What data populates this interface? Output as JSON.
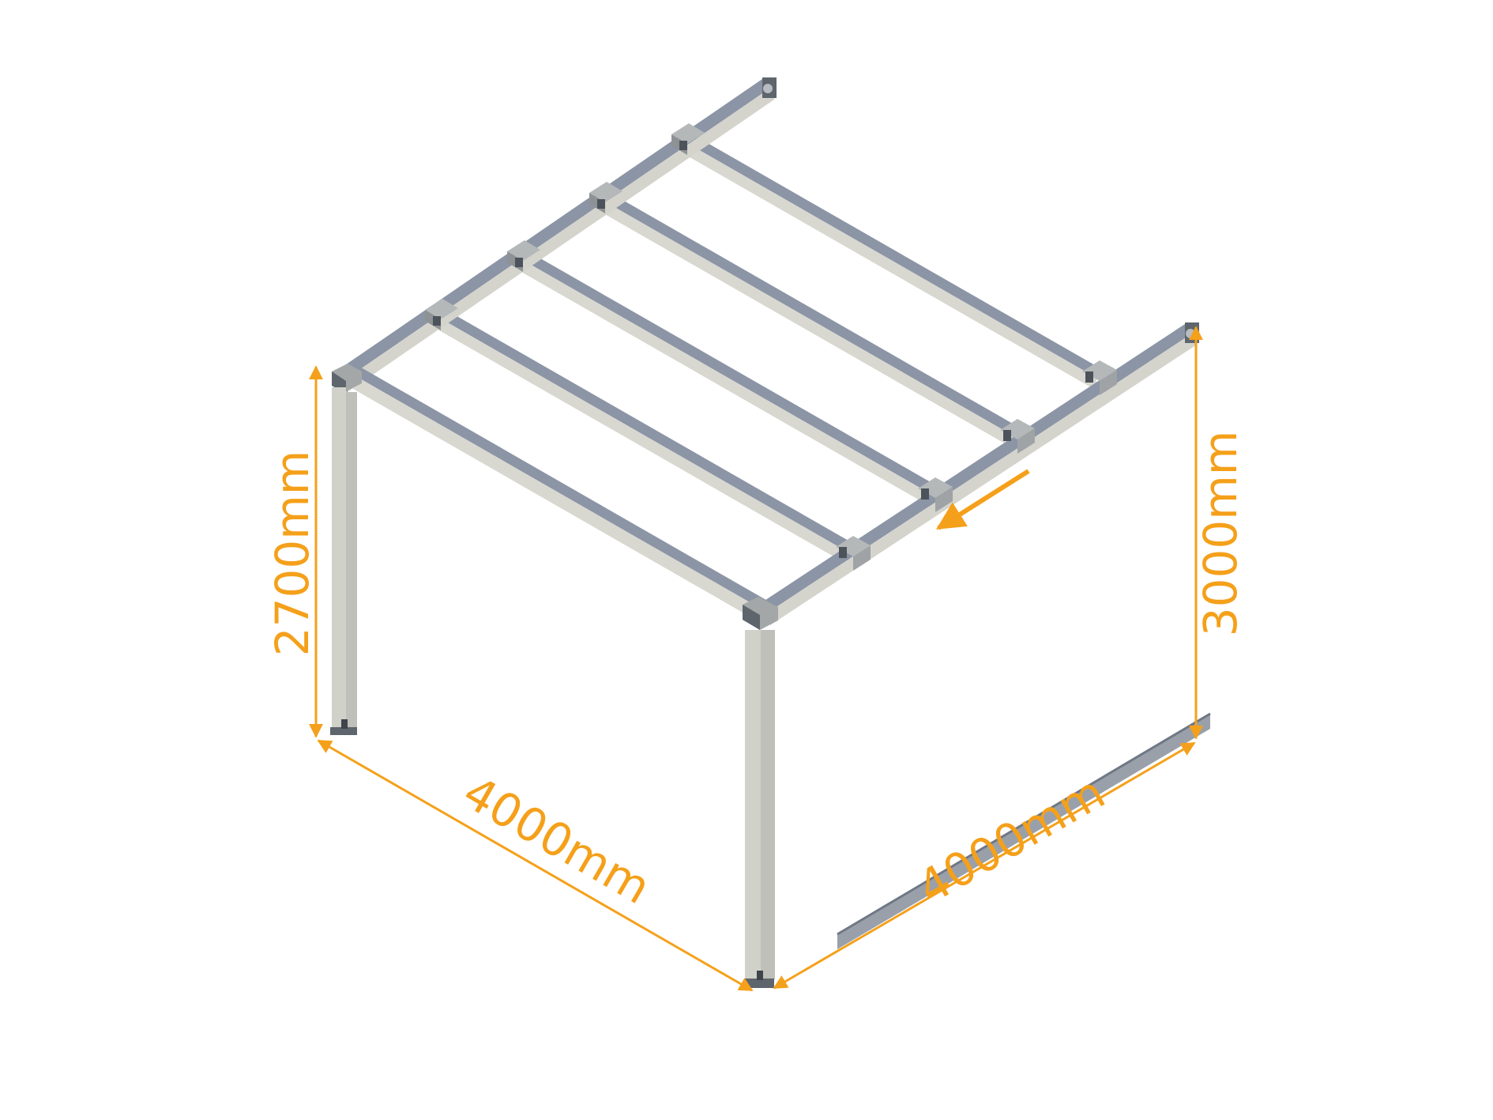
{
  "diagram": {
    "dimensions": {
      "left_height": "2700mm",
      "right_height": "3000mm",
      "front_left_width": "4000mm",
      "front_right_depth": "4000mm"
    },
    "colors": {
      "dimension": "#F5A01A",
      "beam_light": "#D6D6CF",
      "beam_mid": "#B9BCBA",
      "beam_dark": "#7E8797",
      "bracket": "#9EA1A3",
      "bracket_dark": "#5E656D"
    },
    "icons": [
      "slope-arrow-icon"
    ]
  }
}
